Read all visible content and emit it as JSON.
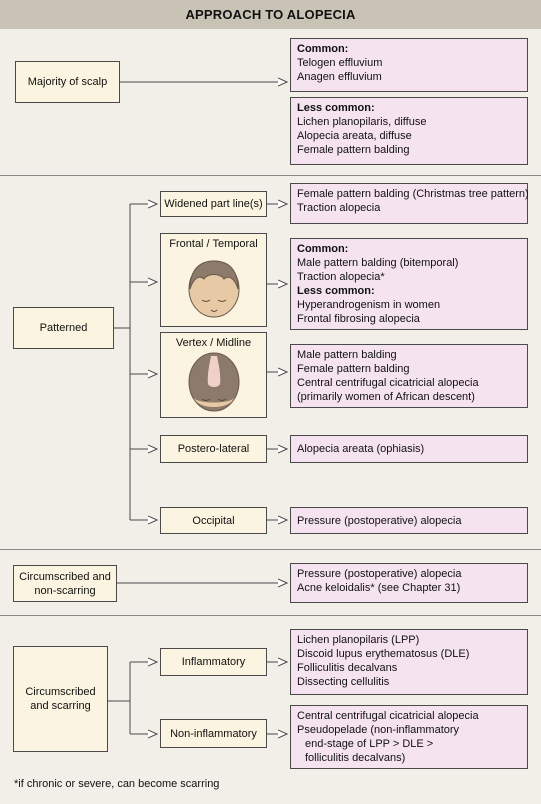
{
  "title": "APPROACH TO ALOPECIA",
  "section1": {
    "source": "Majority of scalp",
    "common_hd": "Common:",
    "common": [
      "Telogen effluvium",
      "Anagen effluvium"
    ],
    "less_hd": "Less common:",
    "less": [
      "Lichen planopilaris, diffuse",
      "Alopecia areata, diffuse",
      "Female pattern balding"
    ]
  },
  "section2": {
    "source": "Patterned",
    "widened": {
      "label": "Widened part line(s)",
      "results": [
        "Female pattern balding (Christmas tree pattern)",
        "Traction alopecia"
      ]
    },
    "frontal": {
      "label": "Frontal / Temporal",
      "common_hd": "Common:",
      "common": [
        "Male pattern balding (bitemporal)",
        "Traction alopecia*"
      ],
      "less_hd": "Less common:",
      "less": [
        "Hyperandrogenism in women",
        "Frontal fibrosing alopecia"
      ]
    },
    "vertex": {
      "label": "Vertex / Midline",
      "results": [
        "Male pattern balding",
        "Female pattern balding",
        "Central centrifugal cicatricial alopecia",
        "(primarily women of African descent)"
      ]
    },
    "postero": {
      "label": "Postero-lateral",
      "results": [
        "Alopecia areata (ophiasis)"
      ]
    },
    "occipital": {
      "label": "Occipital",
      "results": [
        "Pressure (postoperative) alopecia"
      ]
    }
  },
  "section3": {
    "source_lines": [
      "Circumscribed and",
      "non-scarring"
    ],
    "results": [
      "Pressure (postoperative) alopecia",
      "Acne keloidalis* (see Chapter 31)"
    ]
  },
  "section4": {
    "source_lines": [
      "Circumscribed",
      "and scarring"
    ],
    "inflammatory": {
      "label": "Inflammatory",
      "results": [
        "Lichen planopilaris (LPP)",
        "Discoid lupus erythematosus (DLE)",
        "Folliculitis decalvans",
        "Dissecting cellulitis"
      ]
    },
    "noninflammatory": {
      "label": "Non-inflammatory",
      "results": [
        "Central centrifugal cicatricial alopecia",
        "Pseudopelade (non-inflammatory",
        "end-stage of LPP > DLE >",
        "folliculitis decalvans)"
      ]
    }
  },
  "footnote": "*if chronic or severe, can become scarring"
}
